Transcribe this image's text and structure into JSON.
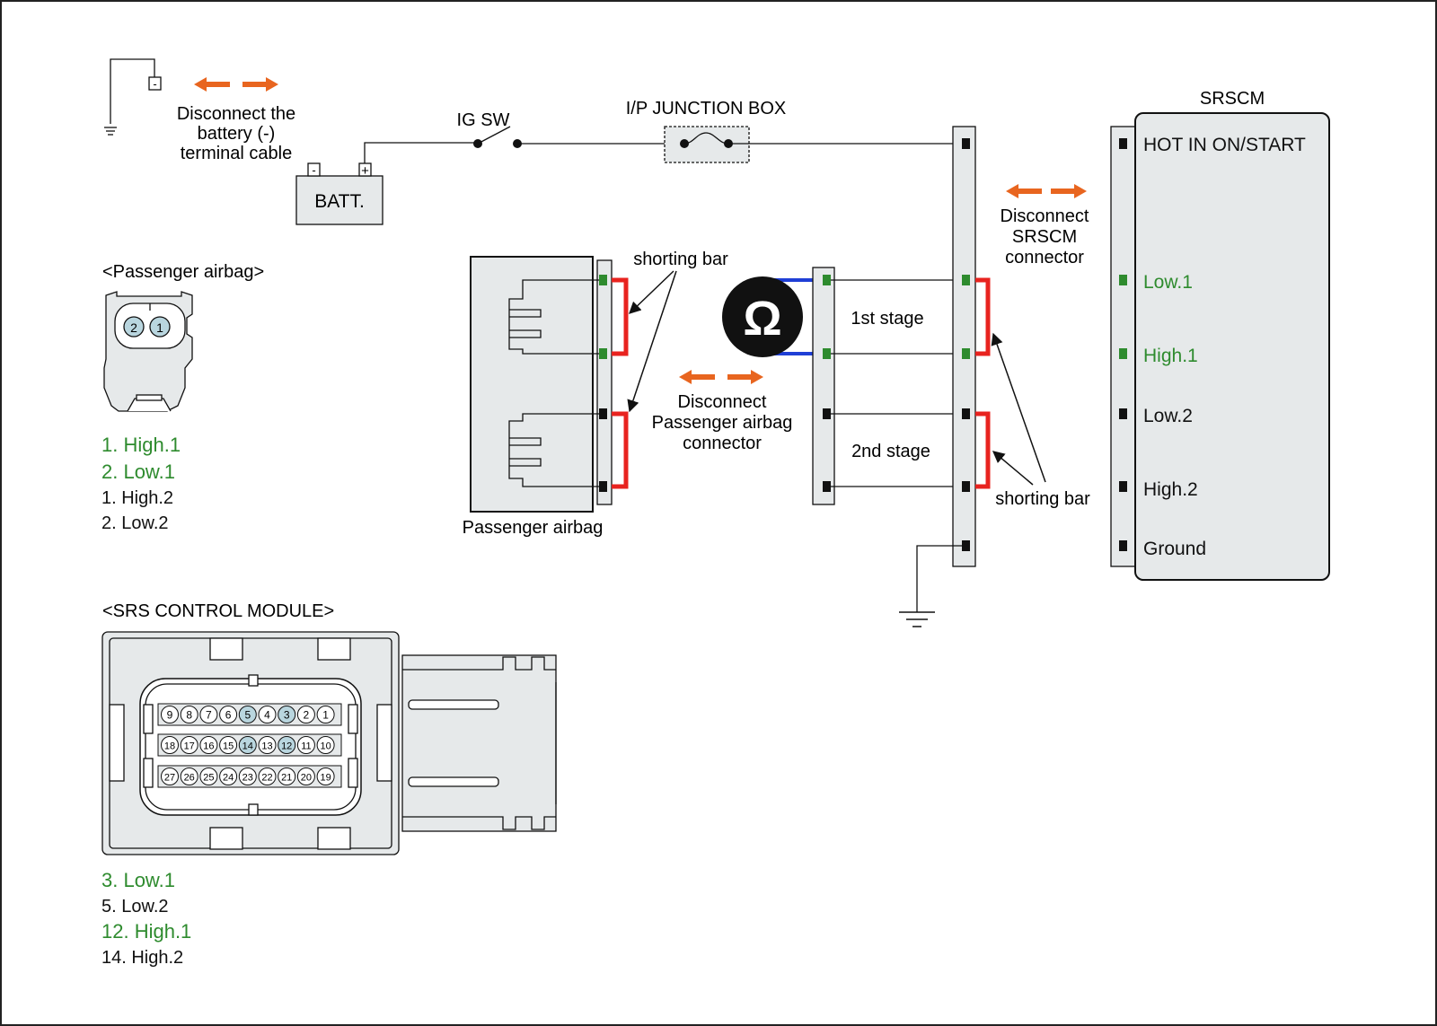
{
  "colors": {
    "green": "#2e8b2e",
    "red": "#e8231f",
    "blue": "#1f3fd6",
    "orange": "#e8651f",
    "panel": "#e6e9ea",
    "pin_highlight": "#b9d6df",
    "black": "#111111"
  },
  "battery": {
    "disconnect_line1": "Disconnect the",
    "disconnect_line2": "battery (-)",
    "disconnect_line3": "terminal cable",
    "label": "BATT.",
    "minus": "-",
    "plus": "+",
    "terminal_minus": "-"
  },
  "ig_switch_label": "IG SW",
  "junction_box_label": "I/P JUNCTION BOX",
  "srscm": {
    "title": "SRSCM",
    "pins": [
      {
        "label": "HOT IN ON/START",
        "color": "black"
      },
      {
        "label": "Low.1",
        "color": "green"
      },
      {
        "label": "High.1",
        "color": "green"
      },
      {
        "label": "Low.2",
        "color": "black"
      },
      {
        "label": "High.2",
        "color": "black"
      },
      {
        "label": "Ground",
        "color": "black"
      }
    ],
    "disconnect_line1": "Disconnect",
    "disconnect_line2": "SRSCM",
    "disconnect_line3": "connector"
  },
  "passenger_airbag": {
    "section_title": "<Passenger airbag>",
    "connector_pin_1": "1",
    "connector_pin_2": "2",
    "pins": [
      {
        "label": "1. High.1",
        "color": "green"
      },
      {
        "label": "2. Low.1",
        "color": "green"
      },
      {
        "label": "1. High.2",
        "color": "black"
      },
      {
        "label": "2. Low.2",
        "color": "black"
      }
    ],
    "component_label": "Passenger airbag",
    "shorting_bar_label": "shorting bar",
    "disconnect_line1": "Disconnect",
    "disconnect_line2": "Passenger airbag",
    "disconnect_line3": "connector"
  },
  "stages": {
    "first": "1st stage",
    "second": "2nd stage"
  },
  "ohmmeter_symbol": "Ω",
  "shorting_bar_right_label": "shorting bar",
  "srs_control_module": {
    "section_title": "<SRS CONTROL MODULE>",
    "rows": [
      [
        "9",
        "8",
        "7",
        "6",
        "5",
        "4",
        "3",
        "2",
        "1"
      ],
      [
        "18",
        "17",
        "16",
        "15",
        "14",
        "13",
        "12",
        "11",
        "10"
      ],
      [
        "27",
        "26",
        "25",
        "24",
        "23",
        "22",
        "21",
        "20",
        "19"
      ]
    ],
    "highlighted": [
      "5",
      "3",
      "14",
      "12"
    ],
    "pins": [
      {
        "label": "3. Low.1",
        "color": "green"
      },
      {
        "label": "5. Low.2",
        "color": "black"
      },
      {
        "label": "12. High.1",
        "color": "green"
      },
      {
        "label": "14. High.2",
        "color": "black"
      }
    ]
  }
}
